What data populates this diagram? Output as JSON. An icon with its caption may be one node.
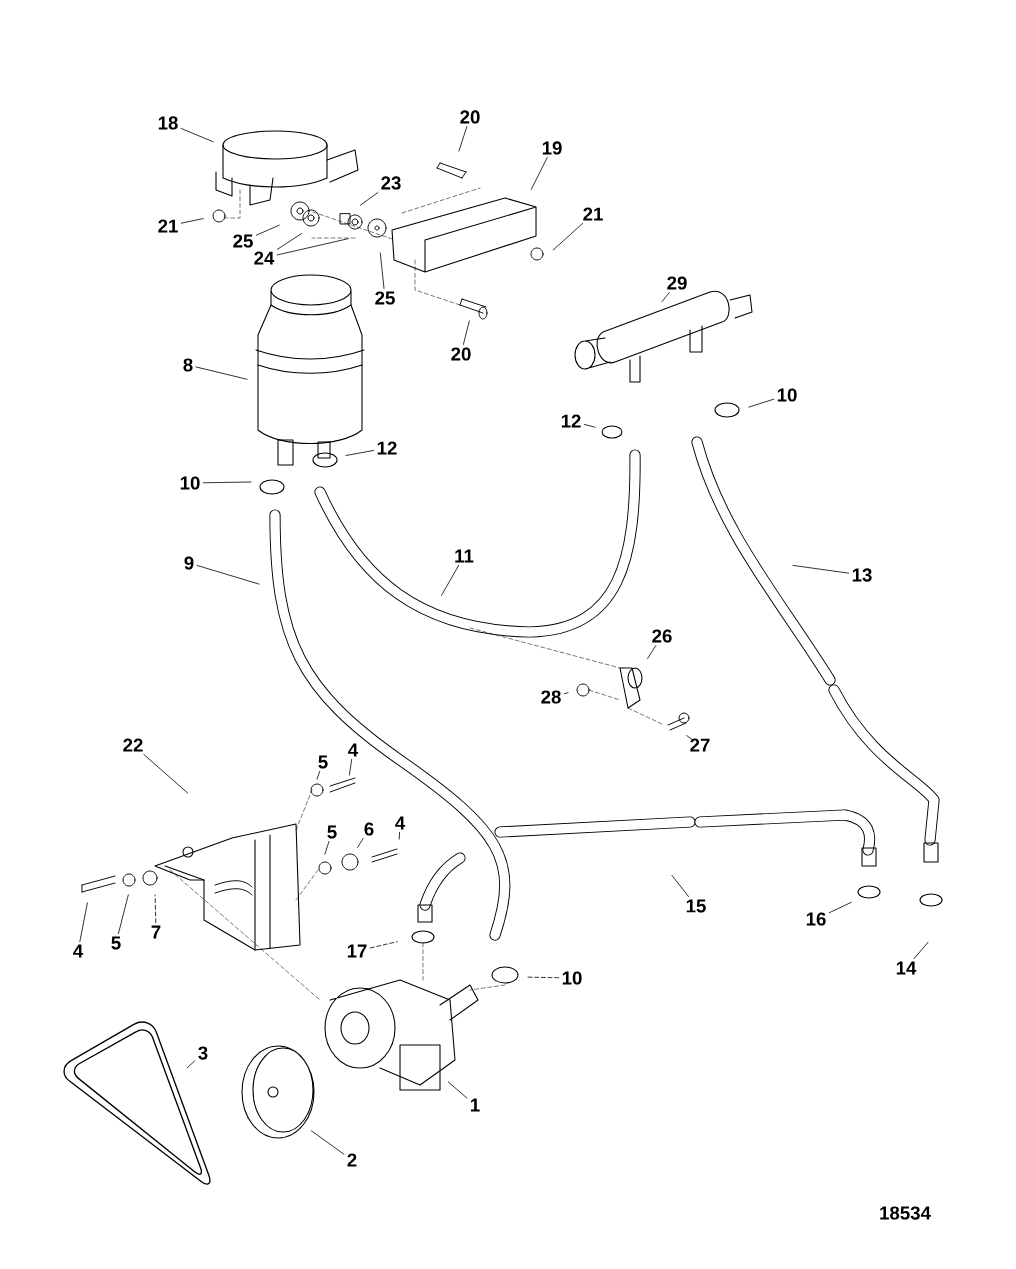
{
  "diagram": {
    "nodes": [
      {
        "text": [
          "18"
        ]
      },
      {
        "text": [
          "20"
        ]
      },
      {
        "text": [
          "19"
        ]
      },
      {
        "text": [
          "23"
        ]
      },
      {
        "text": [
          "21"
        ]
      },
      {
        "text": [
          "25"
        ]
      },
      {
        "text": [
          "24"
        ]
      },
      {
        "text": [
          "21"
        ]
      },
      {
        "text": [
          "25"
        ]
      },
      {
        "text": [
          "20"
        ]
      },
      {
        "text": [
          "29"
        ]
      },
      {
        "text": [
          "8"
        ]
      },
      {
        "text": [
          "10"
        ]
      },
      {
        "text": [
          "12"
        ]
      },
      {
        "text": [
          "12"
        ]
      },
      {
        "text": [
          "10"
        ]
      },
      {
        "text": [
          "9"
        ]
      },
      {
        "text": [
          "11"
        ]
      },
      {
        "text": [
          "13"
        ]
      },
      {
        "text": [
          "26"
        ]
      },
      {
        "text": [
          "28"
        ]
      },
      {
        "text": [
          "27"
        ]
      },
      {
        "text": [
          "22"
        ]
      },
      {
        "text": [
          "4"
        ]
      },
      {
        "text": [
          "5"
        ]
      },
      {
        "text": [
          "5"
        ]
      },
      {
        "text": [
          "6"
        ]
      },
      {
        "text": [
          "4"
        ]
      },
      {
        "text": [
          "4"
        ]
      },
      {
        "text": [
          "5"
        ]
      },
      {
        "text": [
          "7"
        ]
      },
      {
        "text": [
          "15"
        ]
      },
      {
        "text": [
          "17"
        ]
      },
      {
        "text": [
          "10"
        ]
      },
      {
        "text": [
          "16"
        ]
      },
      {
        "text": [
          "14"
        ]
      },
      {
        "text": [
          "3"
        ]
      },
      {
        "text": [
          "1"
        ]
      },
      {
        "text": [
          "2"
        ]
      }
    ],
    "edges": [
      {
        "from": 0,
        "to": null,
        "arrow": "none"
      },
      {
        "from": 1,
        "to": null,
        "arrow": "none"
      },
      {
        "from": 2,
        "to": null,
        "arrow": "none"
      },
      {
        "from": 3,
        "to": null,
        "arrow": "none"
      },
      {
        "from": 4,
        "to": null,
        "arrow": "none"
      },
      {
        "from": 5,
        "to": null,
        "arrow": "none"
      },
      {
        "from": 6,
        "to": null,
        "arrow": "none"
      },
      {
        "from": 6,
        "to": null,
        "arrow": "none"
      },
      {
        "from": 7,
        "to": null,
        "arrow": "none"
      },
      {
        "from": 8,
        "to": null,
        "arrow": "none"
      },
      {
        "from": 9,
        "to": null,
        "arrow": "none"
      },
      {
        "from": 10,
        "to": null,
        "arrow": "none"
      },
      {
        "from": 11,
        "to": null,
        "arrow": "none"
      },
      {
        "from": 12,
        "to": null,
        "arrow": "none"
      },
      {
        "from": 13,
        "to": null,
        "arrow": "none"
      },
      {
        "from": 14,
        "to": null,
        "arrow": "none"
      },
      {
        "from": 15,
        "to": null,
        "arrow": "none"
      },
      {
        "from": 16,
        "to": null,
        "arrow": "none"
      },
      {
        "from": 17,
        "to": null,
        "arrow": "none"
      },
      {
        "from": 18,
        "to": null,
        "arrow": "none"
      },
      {
        "from": 19,
        "to": null,
        "arrow": "none"
      },
      {
        "from": 20,
        "to": null,
        "arrow": "none"
      },
      {
        "from": 21,
        "to": null,
        "arrow": "none"
      },
      {
        "from": 22,
        "to": null,
        "arrow": "none"
      },
      {
        "from": 23,
        "to": null,
        "arrow": "none"
      },
      {
        "from": 24,
        "to": null,
        "arrow": "none"
      },
      {
        "from": 25,
        "to": null,
        "arrow": "none"
      },
      {
        "from": 26,
        "to": null,
        "arrow": "none"
      },
      {
        "from": 27,
        "to": null,
        "arrow": "none"
      },
      {
        "from": 28,
        "to": null,
        "arrow": "none"
      },
      {
        "from": 29,
        "to": null,
        "arrow": "none"
      },
      {
        "from": 30,
        "to": null,
        "arrow": "none",
        "style": "dashed"
      },
      {
        "from": 31,
        "to": null,
        "arrow": "none"
      },
      {
        "from": 32,
        "to": null,
        "arrow": "none",
        "style": "dashed"
      },
      {
        "from": 33,
        "to": null,
        "arrow": "none",
        "style": "dashed"
      },
      {
        "from": 34,
        "to": null,
        "arrow": "none"
      },
      {
        "from": 35,
        "to": null,
        "arrow": "none"
      },
      {
        "from": 36,
        "to": null,
        "arrow": "none"
      },
      {
        "from": 37,
        "to": null,
        "arrow": "none"
      },
      {
        "from": 38,
        "to": null,
        "arrow": "none"
      }
    ],
    "labels": [
      "18534"
    ]
  }
}
